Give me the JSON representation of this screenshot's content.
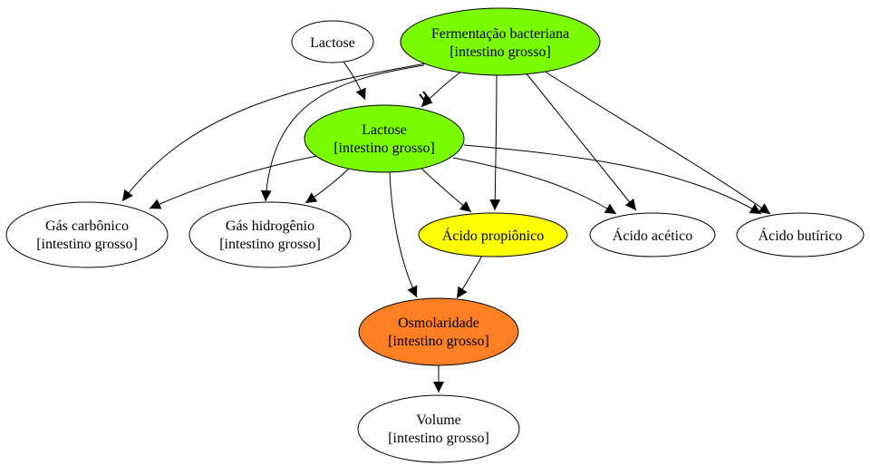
{
  "colors": {
    "green": "#7cfc00",
    "yellow": "#ffff00",
    "orange": "#ff7f24",
    "white": "#ffffff",
    "stroke": "#000000"
  },
  "nodes": {
    "lactose": {
      "line1": "Lactose",
      "line2": ""
    },
    "fermentacao": {
      "line1": "Fermentação bacteriana",
      "line2": "[intestino grosso]"
    },
    "lactose_ig": {
      "line1": "Lactose",
      "line2": "[intestino grosso]"
    },
    "gas_carbonico": {
      "line1": "Gás carbônico",
      "line2": "[intestino grosso]"
    },
    "gas_hidrogenio": {
      "line1": "Gás hidrogênio",
      "line2": "[intestino grosso]"
    },
    "acido_propionico": {
      "line1": "Ácido propiônico",
      "line2": ""
    },
    "acido_acetico": {
      "line1": "Ácido acético",
      "line2": ""
    },
    "acido_butirico": {
      "line1": "Ácido butírico",
      "line2": ""
    },
    "osmolaridade": {
      "line1": "Osmolaridade",
      "line2": "[intestino grosso]"
    },
    "volume": {
      "line1": "Volume",
      "line2": "[intestino grosso]"
    }
  }
}
